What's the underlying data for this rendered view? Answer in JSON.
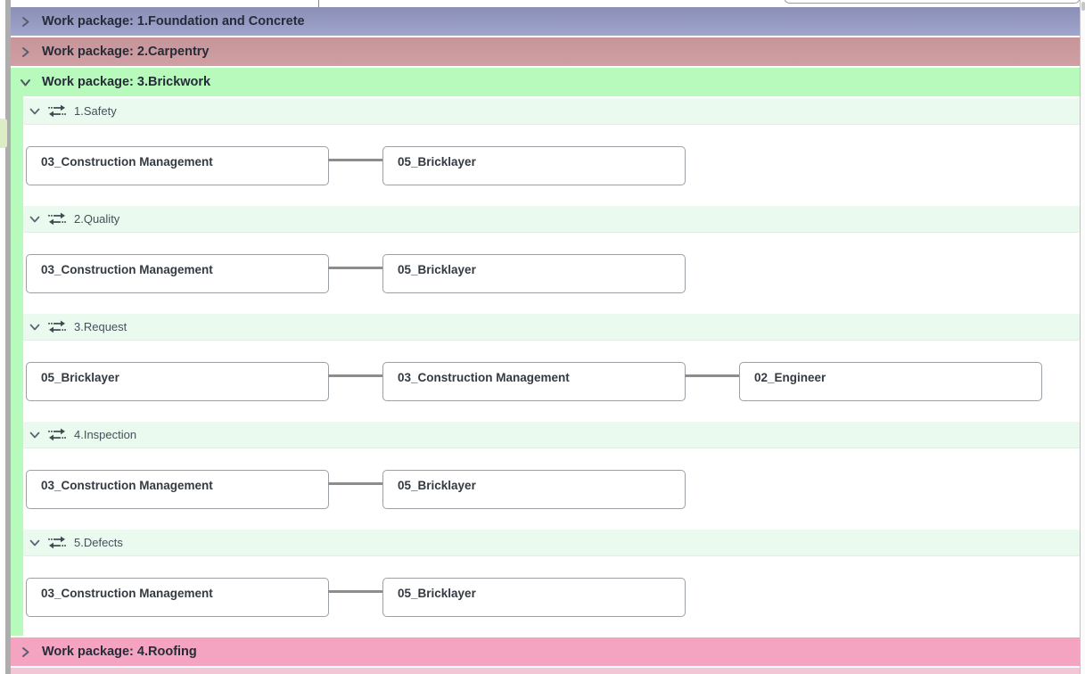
{
  "work_packages": [
    {
      "id": "foundation",
      "label": "Work package: 1.Foundation and Concrete",
      "state": "collapsed",
      "header_color": "#9094bc"
    },
    {
      "id": "carpentry",
      "label": "Work package: 2.Carpentry",
      "state": "collapsed",
      "header_color": "#cb9c9f"
    },
    {
      "id": "brickwork",
      "label": "Work package: 3.Brickwork",
      "state": "expanded",
      "header_color": "#b7fabb",
      "subprocesses": [
        {
          "label": "1.Safety",
          "state": "expanded",
          "nodes": [
            "03_Construction Management",
            "05_Bricklayer"
          ]
        },
        {
          "label": "2.Quality",
          "state": "expanded",
          "nodes": [
            "03_Construction Management",
            "05_Bricklayer"
          ]
        },
        {
          "label": "3.Request",
          "state": "expanded",
          "nodes": [
            "05_Bricklayer",
            "03_Construction Management",
            "02_Engineer"
          ]
        },
        {
          "label": "4.Inspection",
          "state": "expanded",
          "nodes": [
            "03_Construction Management",
            "05_Bricklayer"
          ]
        },
        {
          "label": "5.Defects",
          "state": "expanded",
          "nodes": [
            "03_Construction Management",
            "05_Bricklayer"
          ]
        }
      ]
    },
    {
      "id": "roofing",
      "label": "Work package: 4.Roofing",
      "state": "collapsed",
      "header_color": "#f4a3c1"
    }
  ],
  "colors": {
    "foundation_header_top": "#8b8fb6",
    "foundation_header_bottom": "#a0a5cd",
    "carpentry_header": "#cb9c9f",
    "brickwork_header": "#b7fabb",
    "subprocess_row": "#eafaee",
    "roofing_header": "#f4a3c1",
    "roofing_body_strip": "#f3c6d5",
    "node_border": "#9aa0a6",
    "connector": "#8d8d8d",
    "gutter": "#adadad",
    "side_tab": "#dcedc6"
  }
}
